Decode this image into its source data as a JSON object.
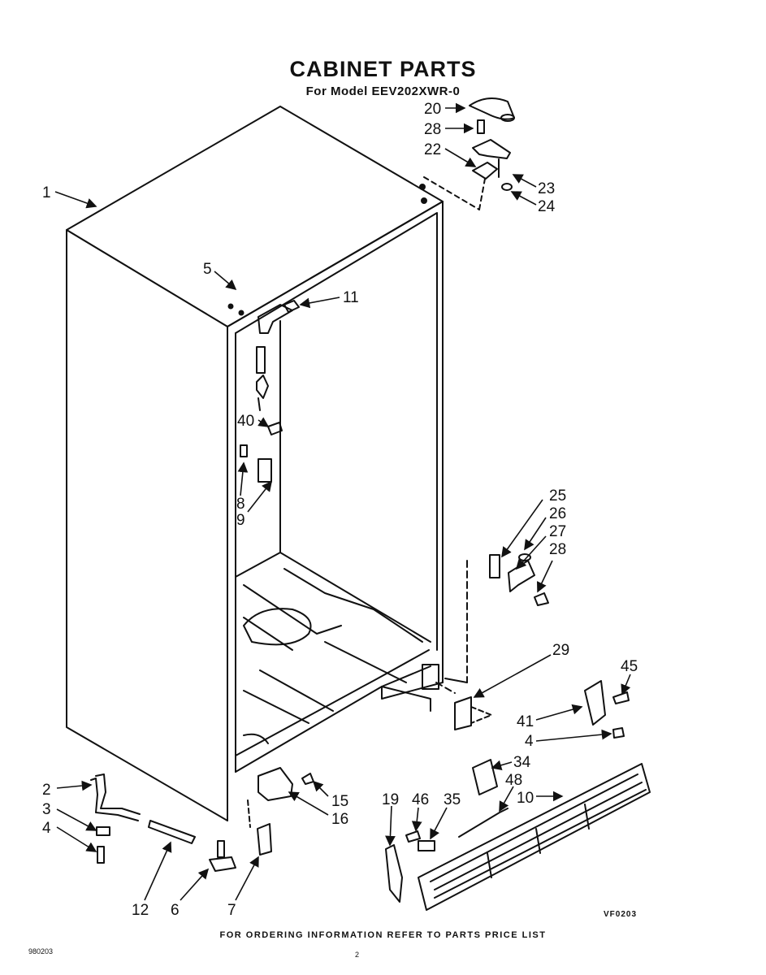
{
  "header": {
    "title": "CABINET PARTS",
    "subtitle": "For Model EEV202XWR-0"
  },
  "callouts": [
    {
      "id": "c1",
      "label": "1"
    },
    {
      "id": "c20",
      "label": "20"
    },
    {
      "id": "c28a",
      "label": "28"
    },
    {
      "id": "c22",
      "label": "22"
    },
    {
      "id": "c23",
      "label": "23"
    },
    {
      "id": "c24",
      "label": "24"
    },
    {
      "id": "c5",
      "label": "5"
    },
    {
      "id": "c11",
      "label": "11"
    },
    {
      "id": "c40",
      "label": "40"
    },
    {
      "id": "c8",
      "label": "8"
    },
    {
      "id": "c9",
      "label": "9"
    },
    {
      "id": "c25",
      "label": "25"
    },
    {
      "id": "c26",
      "label": "26"
    },
    {
      "id": "c27",
      "label": "27"
    },
    {
      "id": "c28b",
      "label": "28"
    },
    {
      "id": "c29",
      "label": "29"
    },
    {
      "id": "c45",
      "label": "45"
    },
    {
      "id": "c41",
      "label": "41"
    },
    {
      "id": "c4a",
      "label": "4"
    },
    {
      "id": "c34",
      "label": "34"
    },
    {
      "id": "c48",
      "label": "48"
    },
    {
      "id": "c10",
      "label": "10"
    },
    {
      "id": "c19",
      "label": "19"
    },
    {
      "id": "c46",
      "label": "46"
    },
    {
      "id": "c35",
      "label": "35"
    },
    {
      "id": "c2",
      "label": "2"
    },
    {
      "id": "c3",
      "label": "3"
    },
    {
      "id": "c4b",
      "label": "4"
    },
    {
      "id": "c15",
      "label": "15"
    },
    {
      "id": "c16",
      "label": "16"
    },
    {
      "id": "c12",
      "label": "12"
    },
    {
      "id": "c6",
      "label": "6"
    },
    {
      "id": "c7",
      "label": "7"
    }
  ],
  "footer": {
    "ordering_note": "FOR ORDERING INFORMATION REFER TO PARTS PRICE LIST",
    "figure_code": "VF0203",
    "doc_number": "980203",
    "page_number": "2"
  }
}
